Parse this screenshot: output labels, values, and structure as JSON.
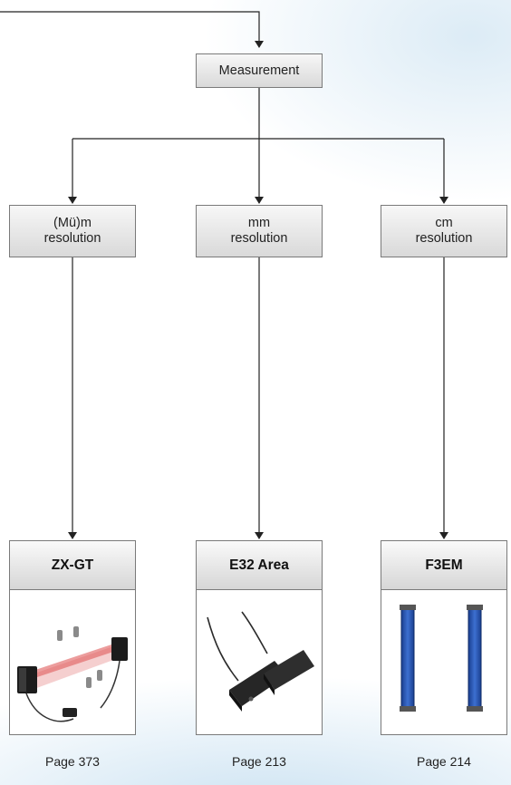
{
  "root": {
    "label": "Measurement"
  },
  "branches": [
    {
      "label_line1": "(Mü)m",
      "label_line2": "resolution",
      "product": "ZX-GT",
      "product_icon": "laser-sensor-product-image",
      "page": "Page 373"
    },
    {
      "label_line1": "mm",
      "label_line2": "resolution",
      "product": "E32 Area",
      "product_icon": "fiber-area-sensor-product-image",
      "page": "Page 213"
    },
    {
      "label_line1": "cm",
      "label_line2": "resolution",
      "product": "F3EM",
      "product_icon": "light-curtain-product-image",
      "page": "Page 214"
    }
  ]
}
